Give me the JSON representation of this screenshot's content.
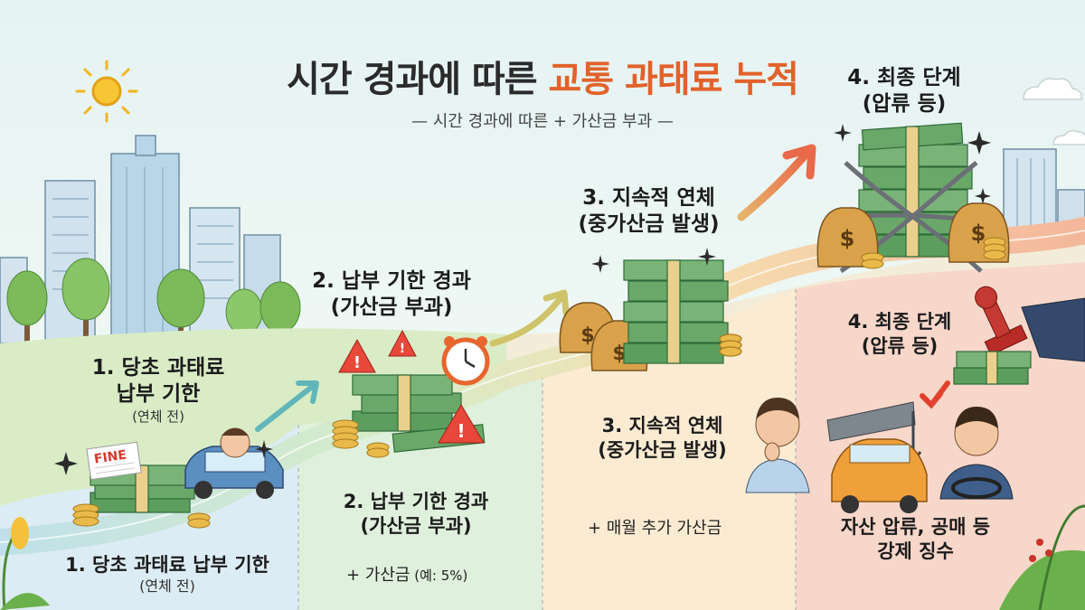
{
  "title": {
    "main": "시간 경과에 따른 ",
    "accent": "교통 과태료 누적"
  },
  "subtitle": "— 시간 경과에 따른 + 가산금 부과 —",
  "fine_sign": "FINE",
  "upper_stages": [
    {
      "title": "1. 당초 과태료",
      "title2": "납부 기한",
      "sub": "(연체 전)"
    },
    {
      "title": "2. 납부 기한 경과",
      "title2": "(가산금 부과)"
    },
    {
      "title": "3. 지속적 연체",
      "title2": "(중가산금 발생)"
    },
    {
      "title": "4. 최종 단계",
      "title2": "(압류 등)"
    }
  ],
  "lower_stages": [
    {
      "title": "1. 당초 과태료 납부 기한",
      "sub": "(연체 전)"
    },
    {
      "title": "2. 납부 기한 경과",
      "title2": "(가산금 부과)",
      "note_main": "+ 가산금",
      "note_small": " (예: 5%)"
    },
    {
      "title": "3. 지속적 연체",
      "title2": "(중가산금 발생)",
      "note": "+ 매월 추가 가산금"
    },
    {
      "title": "4. 최종 단계",
      "title2": "(압류 등)",
      "note": "자산 압류, 공매 등",
      "note2": "강제 징수"
    }
  ],
  "colors": {
    "accent": "#e2622b",
    "money": "#3f8a4c",
    "band_1": "#dcecf4",
    "band_2": "#dff0dc",
    "band_3": "#fcebd3",
    "band_4": "#f7d7c9"
  },
  "icons": [
    "sun-icon",
    "warning-icon",
    "alarm-clock-icon",
    "money-bag-icon",
    "chain-icon",
    "stamp-icon",
    "tow-truck-icon",
    "sparkle-icon",
    "arrow-icon"
  ]
}
